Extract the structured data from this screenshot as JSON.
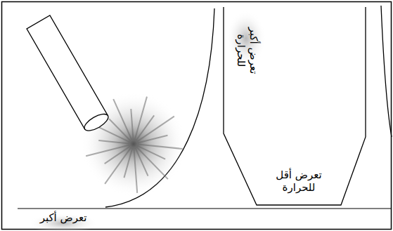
{
  "diagram": {
    "nodes": [
      {
        "text": [
          "تعرض أكبر للحرارة",
          "تعرض أقل للحرارة"
        ]
      }
    ],
    "labels": [
      "تعرض أكبر"
    ]
  }
}
